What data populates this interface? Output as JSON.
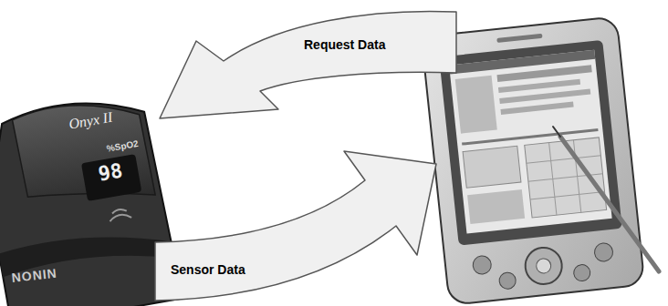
{
  "diagram": {
    "nodes": [
      {
        "text": [
          "Request Data"
        ]
      },
      {
        "text": [
          "Sensor Data"
        ]
      }
    ],
    "labels": [
      "Onyx II",
      "%SpO2",
      "98",
      "NONIN"
    ]
  }
}
